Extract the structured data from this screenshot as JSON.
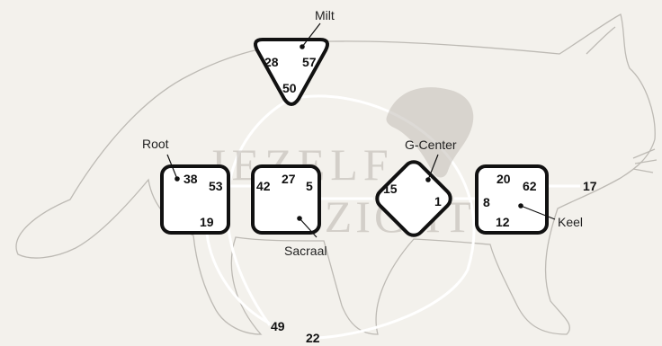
{
  "watermark": {
    "line1": "IEZELF",
    "line2": "INZICHT"
  },
  "centers": {
    "milt": {
      "label": "Milt",
      "gates": [
        "28",
        "57",
        "50"
      ]
    },
    "root": {
      "label": "Root",
      "gates": [
        "38",
        "53",
        "19"
      ]
    },
    "sacraal": {
      "label": "Sacraal",
      "gates": [
        "42",
        "27",
        "5"
      ]
    },
    "g_center": {
      "label": "G-Center",
      "gates": [
        "15",
        "1"
      ]
    },
    "keel": {
      "label": "Keel",
      "gates": [
        "20",
        "62",
        "8",
        "12"
      ]
    }
  },
  "outer_gates": [
    "17",
    "49",
    "22"
  ],
  "colors": {
    "background": "#f3f1ec",
    "center_stroke": "#111111",
    "outline": "#bdbab4",
    "channel": "#ffffff"
  }
}
